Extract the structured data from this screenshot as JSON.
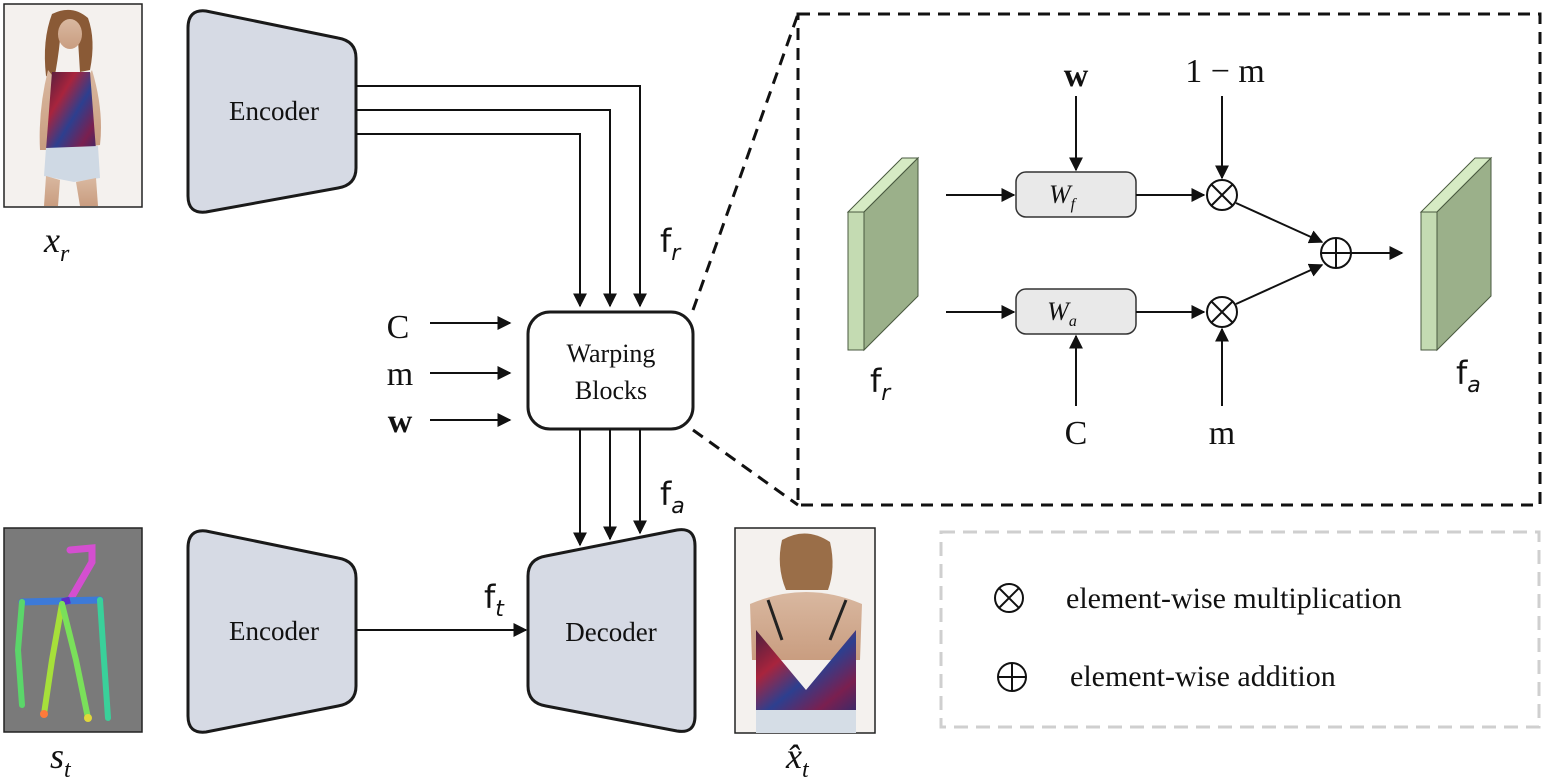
{
  "labels": {
    "xr": "x",
    "xr_sub": "r",
    "st": "s",
    "st_sub": "t",
    "xhat": "x̂",
    "xhat_sub": "t",
    "fr": "f",
    "fr_sub": "r",
    "fa": "f",
    "fa_sub": "a",
    "ft": "f",
    "ft_sub": "t",
    "c": "C",
    "m": "m",
    "w": "w"
  },
  "blocks": {
    "encoder_top": "Encoder",
    "encoder_bottom": "Encoder",
    "warping_line1": "Warping",
    "warping_line2": "Blocks",
    "decoder": "Decoder"
  },
  "detail": {
    "w_input": "w",
    "one_minus_m": "1 − m",
    "wf_main": "W",
    "wf_sub": "f",
    "wa_main": "W",
    "wa_sub": "a",
    "c_input": "C",
    "m_input": "m",
    "fr": "f",
    "fr_sub": "r",
    "fa": "f",
    "fa_sub": "a"
  },
  "legend": {
    "multiplication": "element-wise multiplication",
    "addition": "element-wise addition"
  },
  "colors": {
    "block_fill": "#d6dae4",
    "feature_front": "#9bb08a",
    "feature_side": "#c4dbb2",
    "feature_top": "#d6ebc4",
    "pose_bg": "#7a7a7a"
  }
}
